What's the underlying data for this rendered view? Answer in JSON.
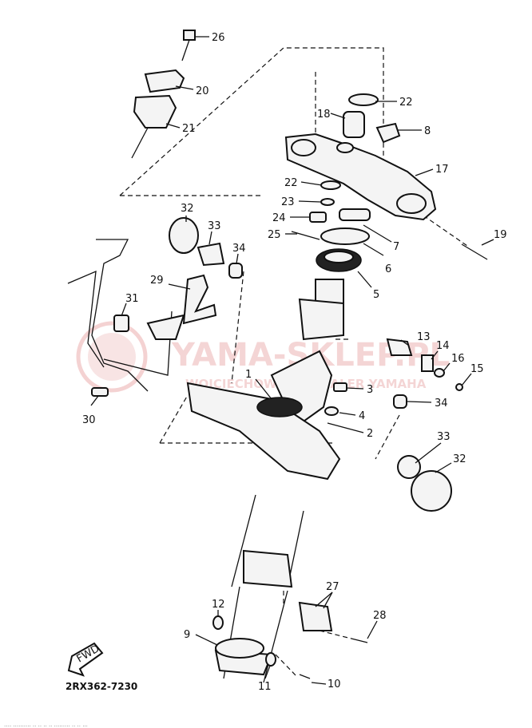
{
  "diagram_code": "2RX362-7230",
  "fwd_label": "FWD",
  "watermark": {
    "main": "YAMA-SKLEP.PL",
    "sub": "WOJCIECHOWICZ - DEALER YAMAHA"
  },
  "callouts": {
    "p26": "26",
    "p20": "20",
    "p21": "21",
    "p22a": "22",
    "p18": "18",
    "p8": "8",
    "p17": "17",
    "p22b": "22",
    "p23": "23",
    "p24": "24",
    "p25": "25",
    "p7": "7",
    "p6": "6",
    "p5": "5",
    "p19": "19",
    "p32a": "32",
    "p33a": "33",
    "p34a": "34",
    "p29": "29",
    "p31": "31",
    "p30": "30",
    "p1": "1",
    "p13": "13",
    "p14": "14",
    "p16": "16",
    "p15": "15",
    "p3": "3",
    "p34b": "34",
    "p4": "4",
    "p2": "2",
    "p33b": "33",
    "p32b": "32",
    "p27": "27",
    "p28": "28",
    "p12": "12",
    "p9": "9",
    "p11": "11",
    "p10": "10"
  },
  "footer_text": "…. ..........  .. ..  .. .. .........  .. .. ..."
}
